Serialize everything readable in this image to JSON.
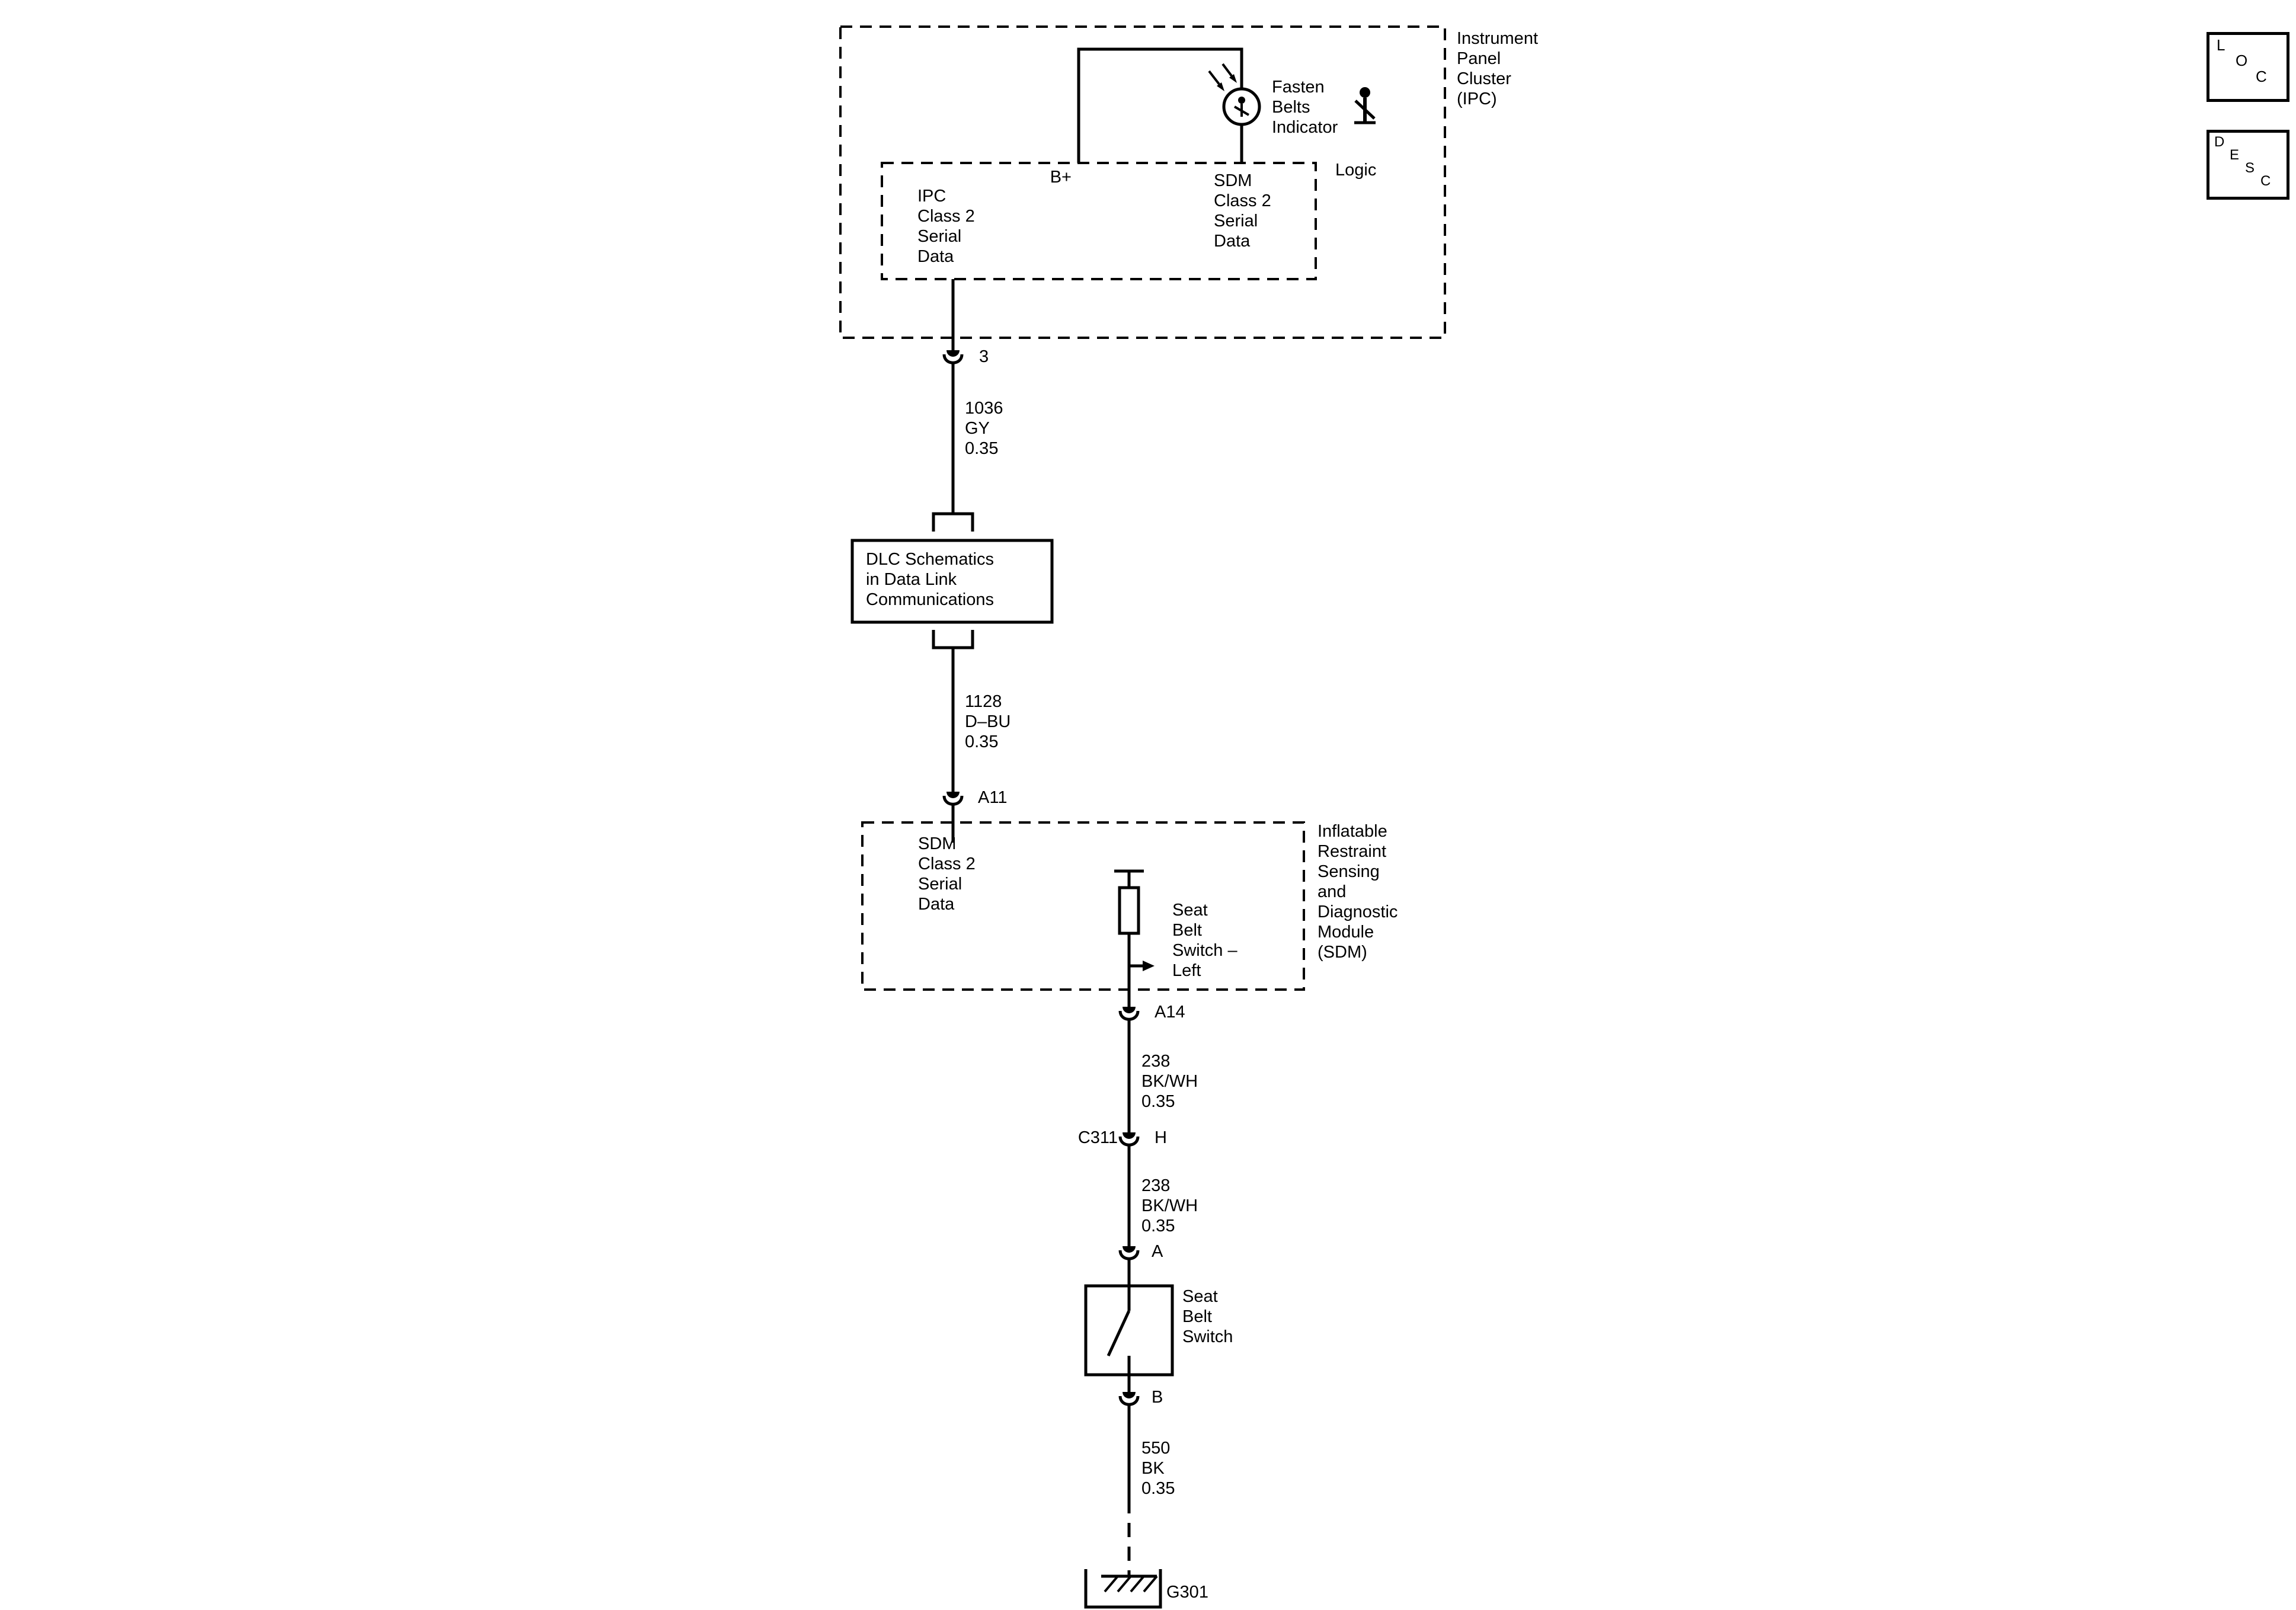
{
  "page": {
    "background": "#ffffff",
    "line_color": "#000000"
  },
  "hotlinks": {
    "loc": {
      "letters": [
        "L",
        "O",
        "C"
      ]
    },
    "desc": {
      "letters": [
        "D",
        "E",
        "S",
        "C"
      ]
    }
  },
  "ipc": {
    "title": "Instrument\nPanel\nCluster\n(IPC)",
    "b_plus_label": "B+",
    "fasten_belts_indicator": "Fasten\nBelts\nIndicator",
    "logic_label": "Logic",
    "ipc_class2_serial": "IPC\nClass 2\nSerial\nData",
    "sdm_class2_serial": "SDM\nClass 2\nSerial\nData"
  },
  "connectors": {
    "pin_3": "3",
    "pin_a11": "A11",
    "pin_a14": "A14",
    "c311": "C311",
    "pin_h": "H",
    "pin_a": "A",
    "pin_b": "B"
  },
  "wires": {
    "w1036": "1036\nGY\n0.35",
    "w1128": "1128\nD–BU\n0.35",
    "w238_upper": "238\nBK/WH\n0.35",
    "w238_lower": "238\nBK/WH\n0.35",
    "w550": "550\nBK\n0.35"
  },
  "components": {
    "dlc_reference": "DLC Schematics\nin Data Link\nCommunications",
    "sdm_title": "Inflatable\nRestraint\nSensing\nand\nDiagnostic\nModule\n(SDM)",
    "sdm_class2_serial": "SDM\nClass 2\nSerial\nData",
    "seat_belt_switch_left": "Seat\nBelt\nSwitch –\nLeft",
    "seat_belt_switch": "Seat\nBelt\nSwitch",
    "ground": "G301"
  }
}
